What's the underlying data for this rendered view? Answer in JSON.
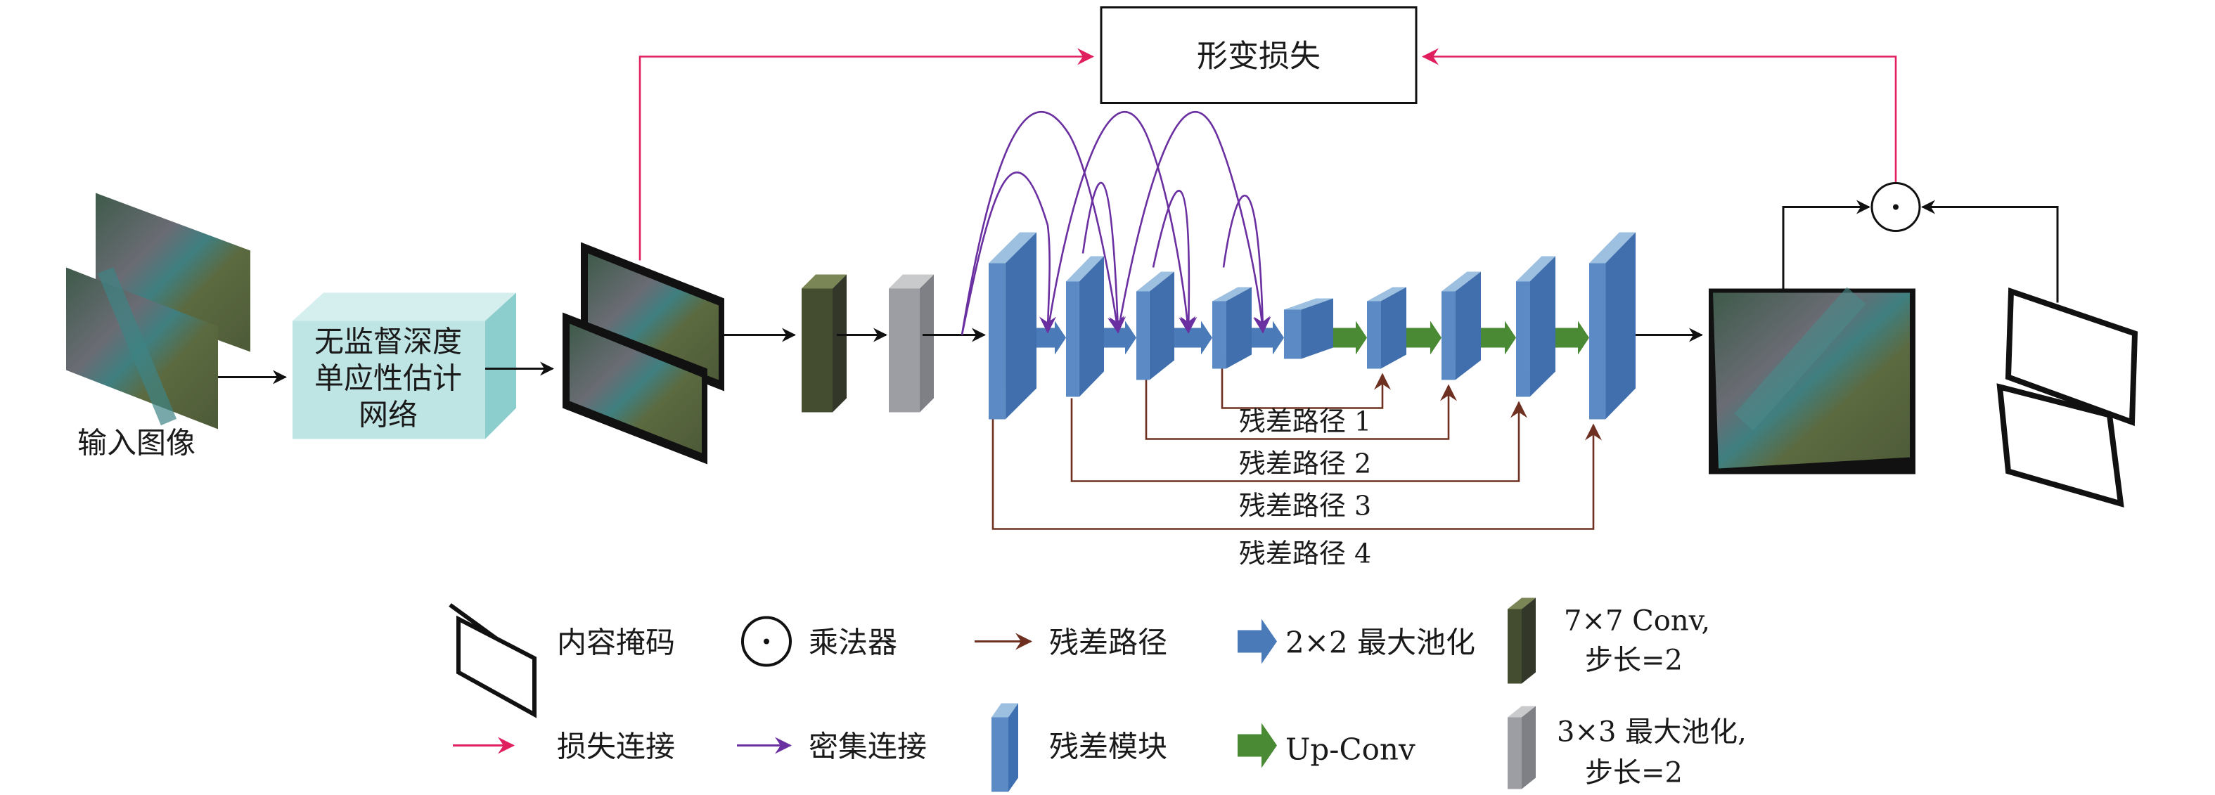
{
  "top_box": {
    "label": "形变损失"
  },
  "input": {
    "label": "输入图像"
  },
  "homography_net": {
    "lines": [
      "无监督深度",
      "单应性估计",
      "网络"
    ]
  },
  "residual_paths": [
    "残差路径 1",
    "残差路径 2",
    "残差路径 3",
    "残差路径 4"
  ],
  "legend": {
    "mask": "内容掩码",
    "multiplier": "乘法器",
    "residual_path": "残差路径",
    "maxpool2": "2×2 最大池化",
    "conv7_line1": "7×7 Conv,",
    "conv7_line2": "步长=2",
    "loss_link": "损失连接",
    "dense_link": "密集连接",
    "res_block": "残差模块",
    "upconv": "Up-Conv",
    "maxpool3_line1": "3×3 最大池化,",
    "maxpool3_line2": "步长=2"
  },
  "colors": {
    "loss_link": "#e0205e",
    "dense_link": "#6a2fa0",
    "residual_path": "#6e3020",
    "res_block": "#4a7ab8",
    "conv7": "#454d30",
    "maxpool3": "#9c9ea3",
    "upconv": "#4a8a35",
    "net_cube": "#a9dcdc"
  }
}
